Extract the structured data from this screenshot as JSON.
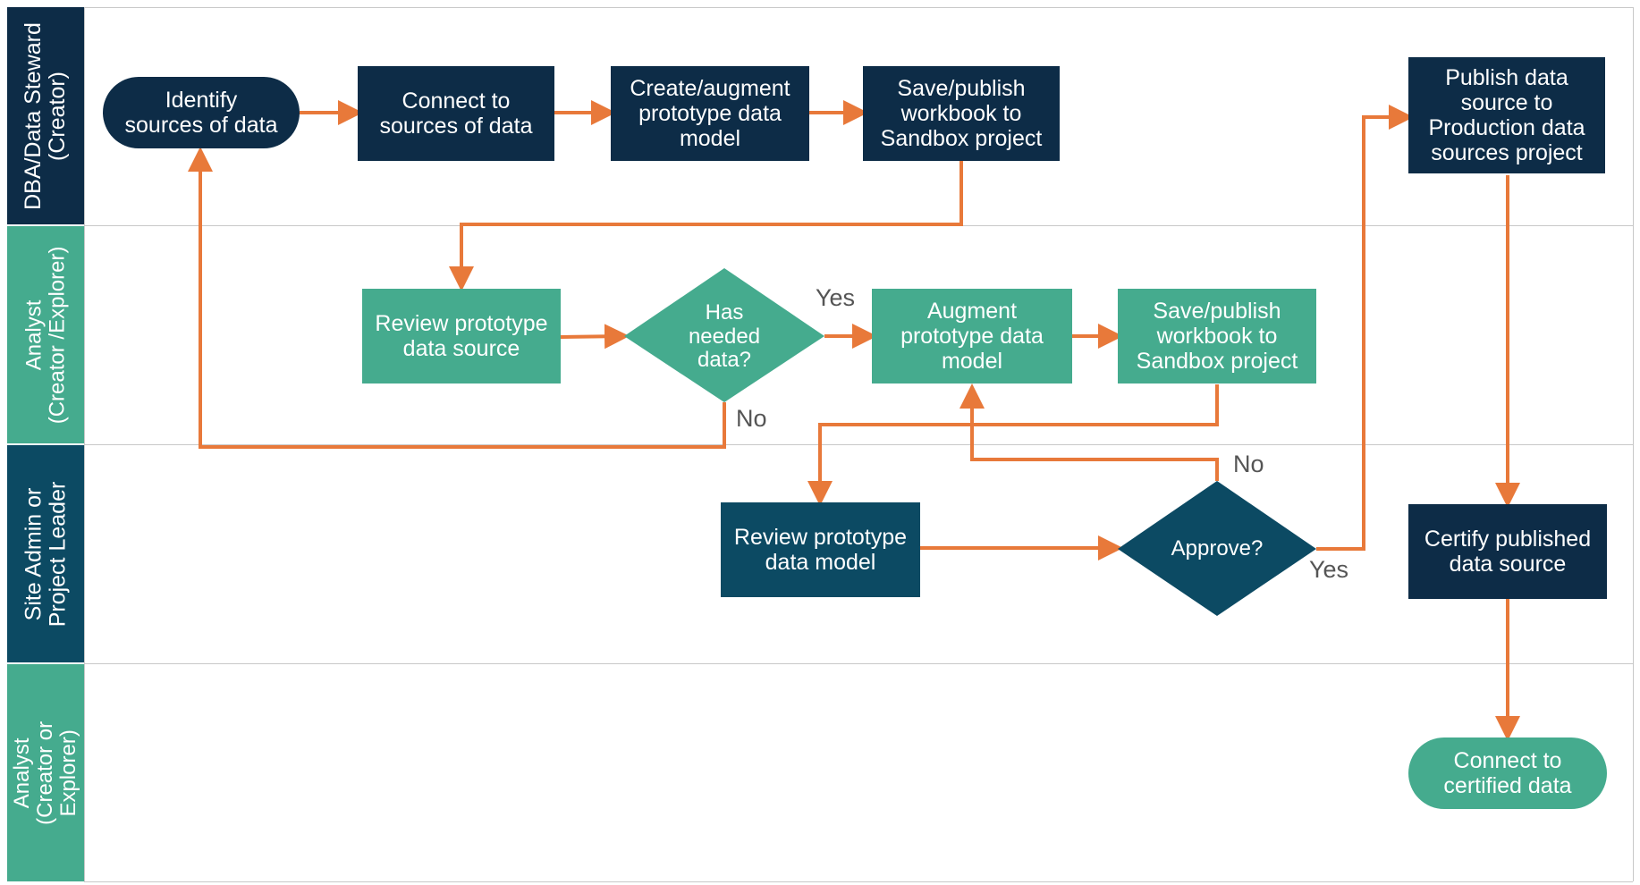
{
  "lanes": [
    {
      "label": "DBA/Data Steward\n(Creator)"
    },
    {
      "label": "Analyst\n(Creator /Explorer)"
    },
    {
      "label": "Site Admin or\nProject Leader"
    },
    {
      "label": "Analyst\n(Creator or\nExplorer)"
    }
  ],
  "nodes": {
    "identify": "Identify\nsources of data",
    "connect_sources": "Connect to\nsources of data",
    "create_model": "Create/augment\nprototype data\nmodel",
    "save_sandbox_1": "Save/publish\nworkbook to\nSandbox project",
    "publish_production": "Publish data\nsource  to\nProduction data\nsources project",
    "review_source": "Review prototype\ndata source",
    "has_data": "Has\nneeded\ndata?",
    "augment_model": "Augment\nprototype data\nmodel",
    "save_sandbox_2": "Save/publish\nworkbook to\nSandbox project",
    "review_model": "Review prototype\ndata model",
    "approve": "Approve?",
    "certify": "Certify published\ndata source",
    "connect_certified": "Connect to\ncertified data"
  },
  "edge_labels": {
    "yes_has_data": "Yes",
    "no_has_data": "No",
    "no_approve": "No",
    "yes_approve": "Yes"
  },
  "colors": {
    "dark_navy": "#0d2c47",
    "green": "#45ab8e",
    "dark_teal": "#0c4a63",
    "arrow_orange": "#e8793a",
    "lane_divider": "#c8c8c8"
  }
}
